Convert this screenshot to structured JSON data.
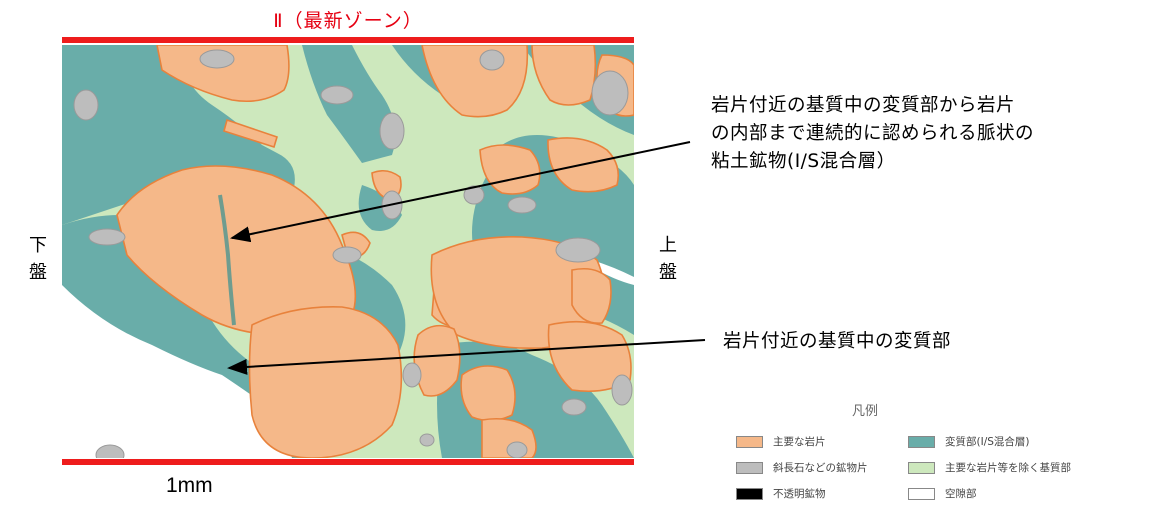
{
  "header": {
    "zone_label": "Ⅱ（最新ゾーン）"
  },
  "sides": {
    "left": [
      "下",
      "盤"
    ],
    "right": [
      "上",
      "盤"
    ]
  },
  "annotations": {
    "upper": [
      "岩片付近の基質中の変質部から岩片",
      "の内部まで連続的に認められる脈状の",
      "粘土鉱物(I/S混合層）"
    ],
    "lower": "岩片付近の基質中の変質部"
  },
  "scale_bar": "1mm",
  "legend": {
    "title": "凡例",
    "items": [
      {
        "label": "主要な岩片",
        "color": "#f5b889"
      },
      {
        "label": "変質部(I/S混合層)",
        "color": "#69ada9"
      },
      {
        "label": "斜長石などの鉱物片",
        "color": "#bdbdbd"
      },
      {
        "label": "主要な岩片等を除く基質部",
        "color": "#cde8bd"
      },
      {
        "label": "不透明鉱物",
        "color": "#000000"
      },
      {
        "label": "空隙部",
        "color": "#ffffff"
      }
    ]
  }
}
